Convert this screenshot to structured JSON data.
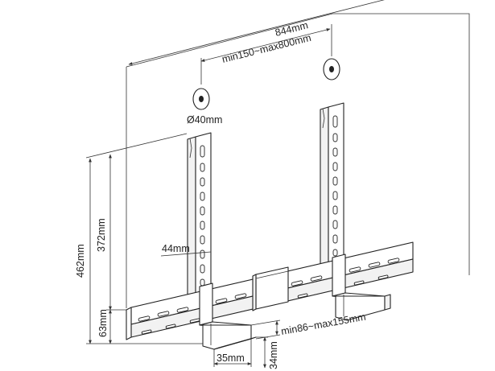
{
  "dimensions": {
    "overall_width": "844mm",
    "vesa_range": "min150~max800mm",
    "disc_diameter": "Ø40mm",
    "total_height": "462mm",
    "arm_height": "372mm",
    "arm_width": "44mm",
    "bar_height": "63mm",
    "shelf_depth": "min86~max155mm",
    "shelf_width": "35mm",
    "shelf_lip": "34mm"
  }
}
